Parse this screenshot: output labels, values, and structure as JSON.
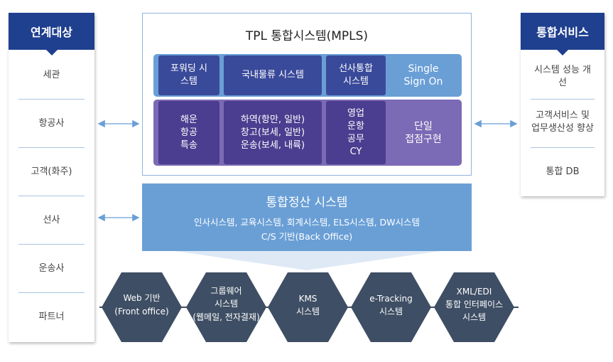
{
  "left_panel": {
    "title": "연계대상",
    "items": [
      "세관",
      "항공사",
      "고객(화주)",
      "선사",
      "운송사",
      "파트너"
    ]
  },
  "right_panel": {
    "title": "통합서비스",
    "items": [
      {
        "line1": "시스템 성능 개선",
        "line2": ""
      },
      {
        "line1": "고객서비스 및",
        "line2": "업무생산성 향상"
      },
      {
        "line1": "통합 DB",
        "line2": ""
      }
    ]
  },
  "center": {
    "title": "TPL 통합시스템(MPLS)",
    "top_row": [
      {
        "line1": "포워딩 시",
        "line2": "스템"
      },
      {
        "line1": "국내물류 시스템",
        "line2": ""
      },
      {
        "line1": "선사통합",
        "line2": "시스템"
      },
      {
        "line1": "Single",
        "line2": "Sign On"
      }
    ],
    "bottom_row": [
      {
        "lines": [
          "해운",
          "항공",
          "특송"
        ]
      },
      {
        "lines": [
          "하역(항만, 일반)",
          "창고(보세, 일반)",
          "운송(보세, 내륙)"
        ]
      },
      {
        "lines": [
          "영업",
          "운항",
          "공무",
          "CY"
        ]
      },
      {
        "lines": [
          "단일",
          "접점구현"
        ]
      }
    ]
  },
  "settlement": {
    "title": "통합정산 시스템",
    "line1": "인사시스템, 교육시스템, 회계시스템, ELS시스템, DW시스템",
    "line2": "C/S 기반(Back Office)"
  },
  "hexagons": [
    {
      "line1": "Web 기반",
      "line2": "(Front office)",
      "line3": ""
    },
    {
      "line1": "그룹웨어",
      "line2": "시스템",
      "line3": "(웹메일, 전자결재)"
    },
    {
      "line1": "KMS",
      "line2": "시스템",
      "line3": ""
    },
    {
      "line1": "e-Tracking",
      "line2": "시스템",
      "line3": ""
    },
    {
      "line1": "XML/EDI",
      "line2": "통합 인터페이스",
      "line3": "시스템"
    }
  ],
  "colors": {
    "navy_header": "#1f3f8f",
    "cell_dark": "#3a4a9a",
    "cell_light": "#6a9fd6",
    "band_top": "#6a9fd6",
    "band_bottom": "#7b6ab5",
    "cell_purple": "#4b3d8f",
    "hexagon": "#3e4e64",
    "arrow": "#6a9fd6"
  }
}
